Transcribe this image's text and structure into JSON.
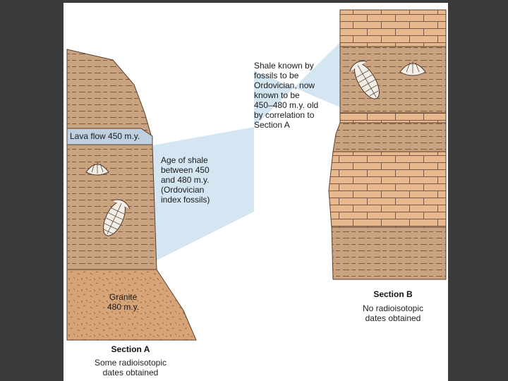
{
  "section_a": {
    "lava_label": "Lava flow 450 m.y.",
    "granite_label": "Granite\n480 m.y.",
    "title": "Section A",
    "caption": "Some radioisotopic\ndates obtained"
  },
  "section_b": {
    "title": "Section B",
    "caption": "No radioisotopic\ndates obtained"
  },
  "callouts": {
    "age_of_shale": "Age of shale\nbetween 450\nand 480 m.y.\n(Ordovician\nindex fossils)",
    "correlation": "Shale known by\nfossils to be\nOrdovician, now\nknown to be\n450–480 m.y. old\nby correlation to\nSection A"
  },
  "colors": {
    "background": "#3a3a3c",
    "shale": "#c9a27f",
    "limestone": "#e8b88e",
    "granite": "#d7a478",
    "lava": "#bfd1e0",
    "correlation_beam": "#cfe3f1"
  },
  "fossils": [
    "brachiopod-fossil",
    "trilobite-fossil"
  ]
}
